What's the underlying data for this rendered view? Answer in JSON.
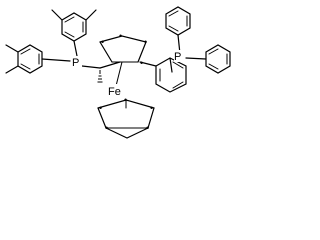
{
  "molecule": {
    "atoms": {
      "p_left": "P",
      "p_right": "P",
      "fe": "Fe"
    },
    "radical_dot": "•"
  }
}
